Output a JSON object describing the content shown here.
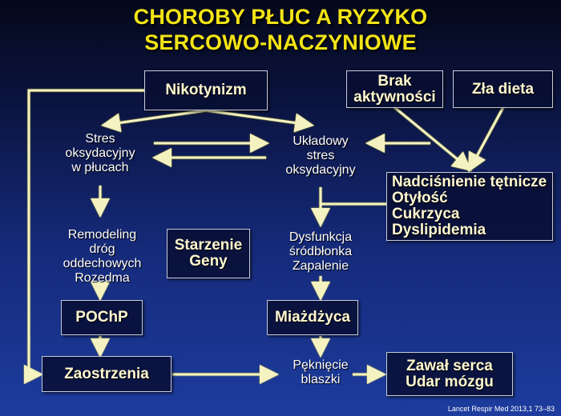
{
  "title": {
    "line1": "CHOROBY PŁUC A RYZYKO",
    "line2": "SERCOWO-NACZYNIOWE"
  },
  "boxes": {
    "nikotynizm": "Nikotynizm",
    "brak_line1": "Brak",
    "brak_line2": "aktywności",
    "zla_dieta": "Zła dieta",
    "risk_factors": [
      "Nadciśnienie tętnicze",
      "Otyłość",
      "Cukrzyca",
      "Dyslipidemia"
    ],
    "starzenie": "Starzenie",
    "geny": "Geny",
    "pochp": "POChP",
    "miazdzyca": "Miażdżyca",
    "zaostrzenia": "Zaostrzenia",
    "zawal": "Zawał serca",
    "udar": "Udar mózgu"
  },
  "texts": {
    "stres_pluca": [
      "Stres",
      "oksydacyjny",
      "w płucach"
    ],
    "uklad_stres": [
      "Układowy",
      "stres",
      "oksydacyjny"
    ],
    "remodeling": [
      "Remodeling",
      "dróg",
      "oddechowych",
      "Rozedma"
    ],
    "dysfunkcja": [
      "Dysfunkcja",
      "śródbłonka",
      "Zapalenie"
    ],
    "pekniecie": [
      "Pęknięcie",
      "blaszki"
    ]
  },
  "citation": "Lancet Respir Med 2013,1 73–83",
  "colors": {
    "title": "#f3e416",
    "arrow": "#f4f2c0"
  }
}
